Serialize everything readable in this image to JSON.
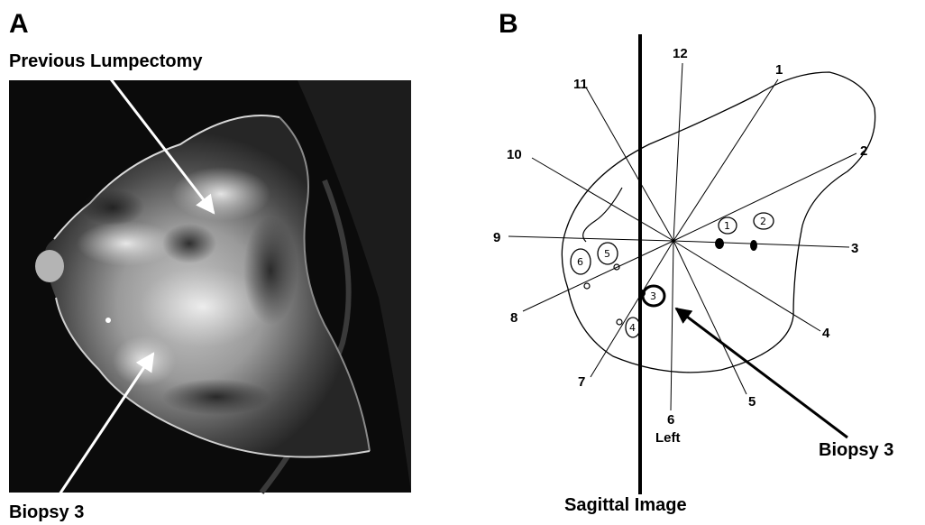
{
  "panel_a": {
    "letter": "A",
    "label_top": "Previous Lumpectomy",
    "label_bottom": "Biopsy 3"
  },
  "panel_b": {
    "letter": "B",
    "clock": {
      "n12": "12",
      "n1": "1",
      "n2": "2",
      "n3": "3",
      "n4": "4",
      "n5": "5",
      "n6": "6",
      "n7": "7",
      "n8": "8",
      "n9": "9",
      "n10": "10",
      "n11": "11"
    },
    "side_label": "Left",
    "lesions": {
      "l1": "1",
      "l2": "2",
      "l3": "3",
      "l4": "4",
      "l5": "5",
      "l6": "6"
    },
    "biopsy_label": "Biopsy 3",
    "sagittal_label": "Sagittal Image"
  }
}
